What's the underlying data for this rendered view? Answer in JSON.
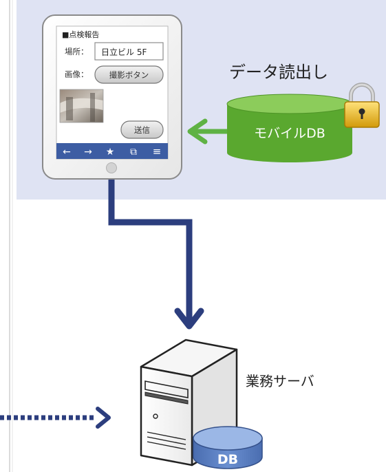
{
  "colors": {
    "panel_bg": "#dfe3f3",
    "arrow_navy": "#2c3e7e",
    "arrow_green": "#5fb244",
    "db_green": "#5aa82f",
    "db_green_top": "#8ccc5b",
    "server_db_blue": "#5b7fc0",
    "tablet_nav": "#3d5da3",
    "lock_gold": "#e8b71a"
  },
  "tablet": {
    "report_title": "■点検報告",
    "location_label": "場所：",
    "location_value": "日立ビル 5F",
    "image_label": "画像：",
    "capture_button": "撮影ボタン",
    "send_button": "送信",
    "nav_back": "←",
    "nav_forward": "→",
    "nav_favorite": "★",
    "nav_tabs": "⧉",
    "nav_menu": "≡"
  },
  "read_data_label": "データ読出し",
  "mobile_db_label": "モバイルDB",
  "server_label": "業務サーバ",
  "server_db_label": "DB"
}
